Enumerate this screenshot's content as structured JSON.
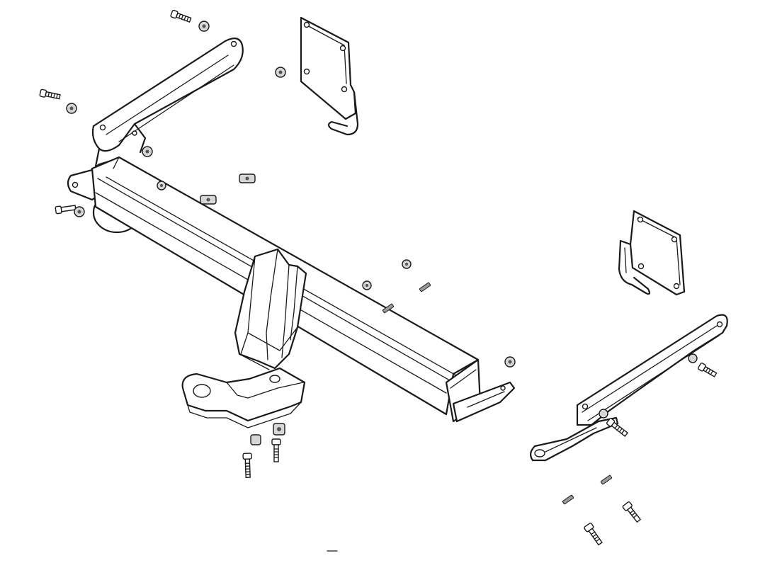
{
  "diagram": {
    "subject": "trailer-hitch-exploded-assembly",
    "stroke_color": "#1a1a1a",
    "background_color": "#ffffff",
    "nut_fill_color": "#d6d6d6",
    "parts": [
      {
        "id": "left-bracket-arm",
        "kind": "bracket"
      },
      {
        "id": "left-mount-plate",
        "kind": "plate"
      },
      {
        "id": "right-mount-plate",
        "kind": "plate"
      },
      {
        "id": "right-bracket-arm",
        "kind": "bracket"
      },
      {
        "id": "main-crossbar",
        "kind": "tube"
      },
      {
        "id": "ball-mount-receiver",
        "kind": "receiver"
      },
      {
        "id": "bolts",
        "kind": "fastener"
      },
      {
        "id": "nuts",
        "kind": "fastener"
      },
      {
        "id": "studs",
        "kind": "fastener"
      }
    ]
  }
}
